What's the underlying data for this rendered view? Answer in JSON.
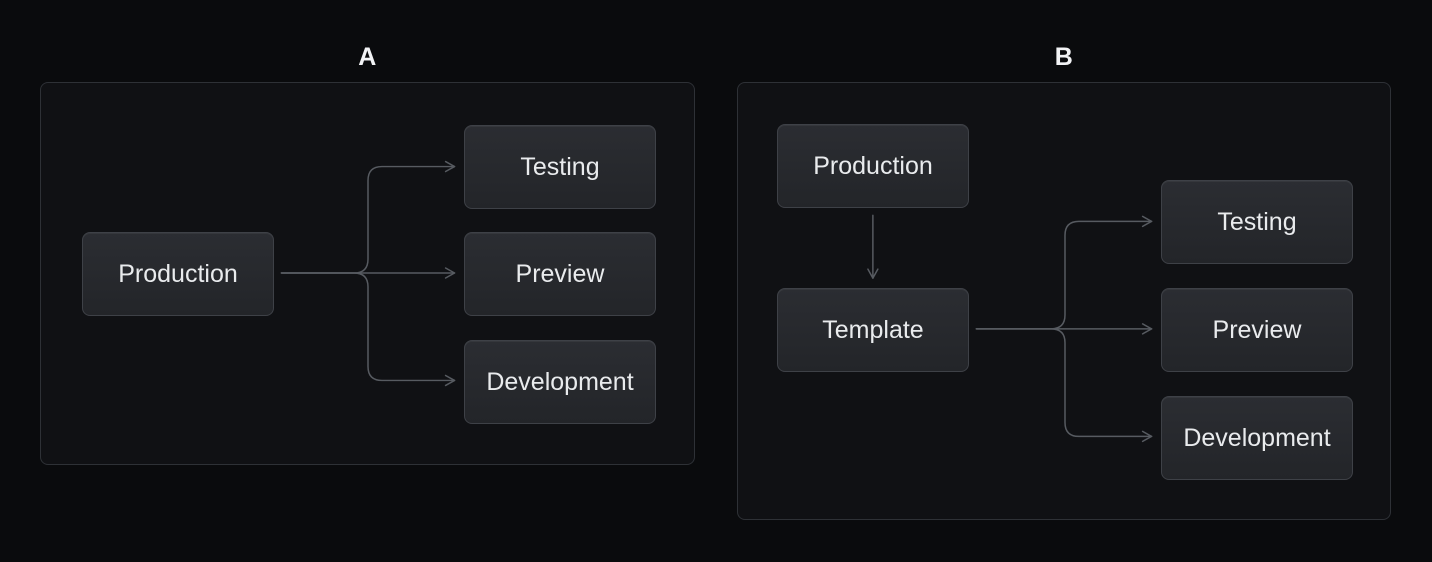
{
  "diagram": {
    "colors": {
      "background": "#0a0b0d",
      "panel_background": "#101114",
      "panel_border": "#2e3136",
      "node_background_top": "#2b2d32",
      "node_background_bottom": "#232529",
      "node_border": "#3e4147",
      "node_text": "#e9ebed",
      "connector": "#575b61",
      "panel_label_text": "#f2f3f5"
    },
    "panels": [
      {
        "label": "A",
        "nodes": [
          {
            "id": "a-production",
            "label": "Production"
          },
          {
            "id": "a-testing",
            "label": "Testing"
          },
          {
            "id": "a-preview",
            "label": "Preview"
          },
          {
            "id": "a-development",
            "label": "Development"
          }
        ],
        "edges": [
          {
            "from": "Production",
            "to": "Testing"
          },
          {
            "from": "Production",
            "to": "Preview"
          },
          {
            "from": "Production",
            "to": "Development"
          }
        ]
      },
      {
        "label": "B",
        "nodes": [
          {
            "id": "b-production",
            "label": "Production"
          },
          {
            "id": "b-template",
            "label": "Template"
          },
          {
            "id": "b-testing",
            "label": "Testing"
          },
          {
            "id": "b-preview",
            "label": "Preview"
          },
          {
            "id": "b-development",
            "label": "Development"
          }
        ],
        "edges": [
          {
            "from": "Production",
            "to": "Template"
          },
          {
            "from": "Template",
            "to": "Testing"
          },
          {
            "from": "Template",
            "to": "Preview"
          },
          {
            "from": "Template",
            "to": "Development"
          }
        ]
      }
    ]
  }
}
